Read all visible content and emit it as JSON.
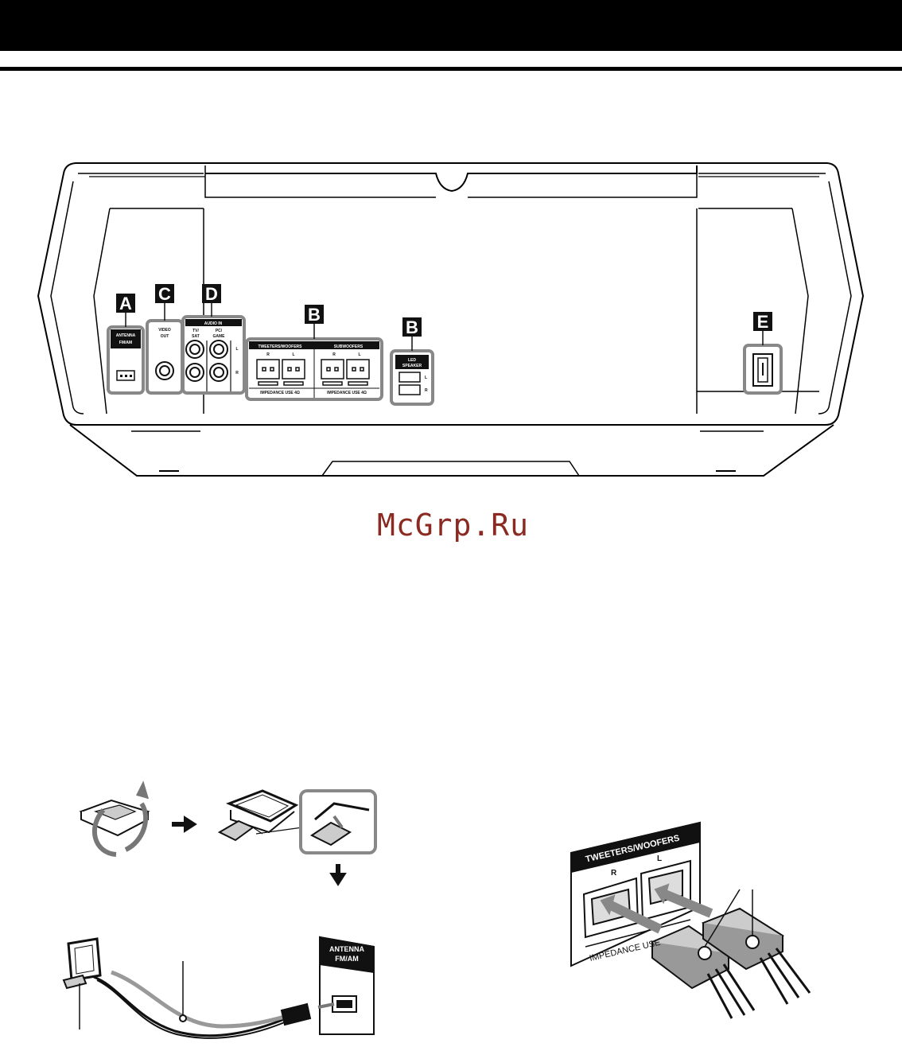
{
  "page": {
    "watermark": "McGrp.Ru"
  },
  "panel": {
    "labels": {
      "a": "A",
      "b1": "B",
      "b2": "B",
      "c": "C",
      "d": "D",
      "e": "E"
    },
    "antenna": {
      "title": "ANTENNA",
      "sub": "FM/AM"
    },
    "video_out": {
      "line1": "VIDEO",
      "line2": "OUT"
    },
    "audio_in": {
      "title": "AUDIO IN",
      "col1a": "TV/",
      "col1b": "SAT",
      "col2a": "PC/",
      "col2b": "GAME",
      "l": "L",
      "r": "R"
    },
    "speakers": {
      "tweeters": "TWEETERS/WOOFERS",
      "subwoofers": "SUBWOOFERS",
      "r": "R",
      "l": "L",
      "impedance1": "IMPEDANCE USE 4Ω",
      "impedance2": "IMPEDANCE USE 4Ω"
    },
    "led": {
      "line1": "LED",
      "line2": "SPEAKER",
      "l": "L",
      "r": "R"
    }
  },
  "antenna_diagram": {
    "title": "ANTENNA",
    "sub": "FM/AM"
  },
  "speaker_diagram": {
    "title": "TWEETERS/WOOFERS",
    "r": "R",
    "l": "L",
    "impedance": "IMPEDANCE USE"
  }
}
